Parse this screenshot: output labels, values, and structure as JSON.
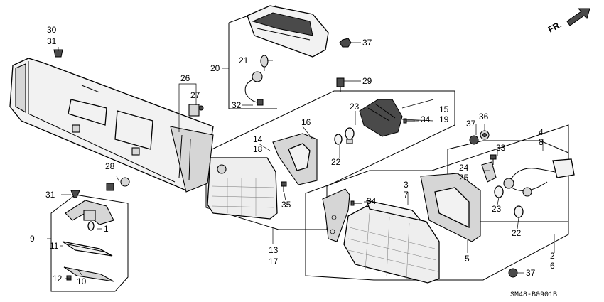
{
  "diagram_code": "SM48-B0901B",
  "direction_marker": "FR.",
  "callouts": {
    "c1": "1",
    "c2": "2",
    "c3": "3",
    "c4": "4",
    "c5": "5",
    "c6": "6",
    "c7": "7",
    "c8": "8",
    "c9": "9",
    "c10": "10",
    "c11": "11",
    "c12": "12",
    "c13": "13",
    "c14": "14",
    "c15": "15",
    "c16": "16",
    "c17": "17",
    "c18": "18",
    "c19": "19",
    "c20": "20",
    "c21": "21",
    "c22": "22",
    "c23": "23",
    "c24": "24",
    "c25": "25",
    "c26": "26",
    "c27": "27",
    "c28": "28",
    "c29": "29",
    "c30": "30",
    "c31": "31",
    "c32": "32",
    "c33": "33",
    "c34": "34",
    "c35": "35",
    "c36": "36",
    "c37": "37"
  }
}
